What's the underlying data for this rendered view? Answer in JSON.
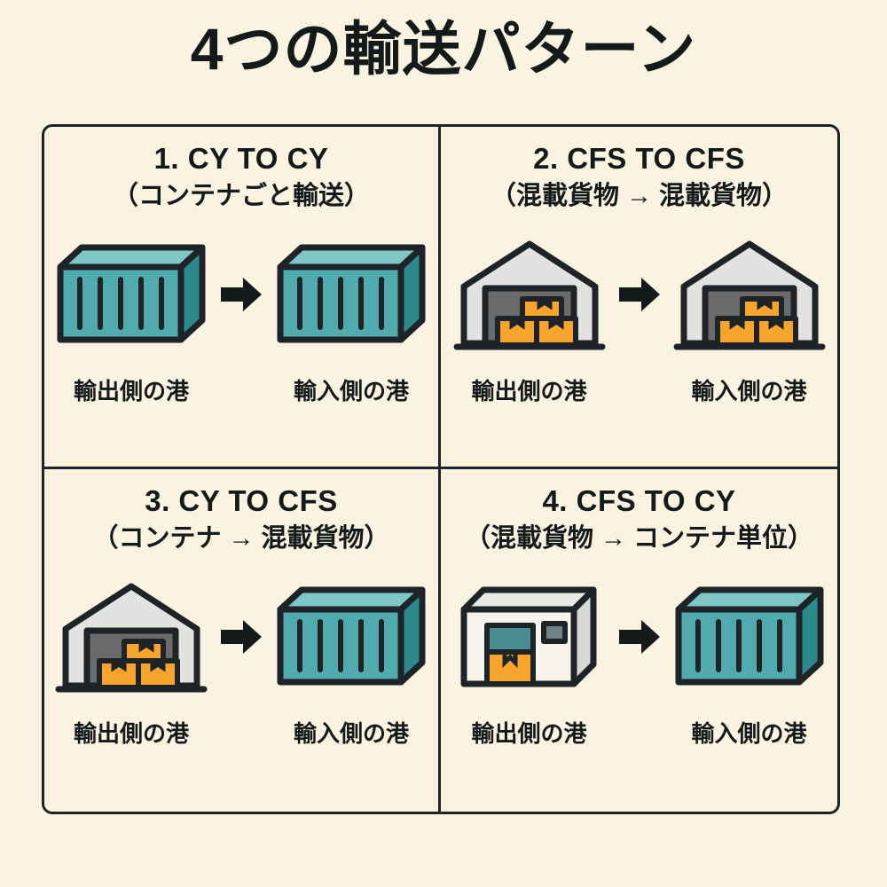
{
  "page": {
    "title": "4つの輸送パターン",
    "background_color": "#fbf3e2",
    "frame_color": "#1d2326"
  },
  "palette": {
    "container_front": "#4fabad",
    "container_side": "#2d8a8c",
    "container_top": "#7fc6c6",
    "warehouse_wall": "#e2e2e0",
    "warehouse_interior": "#6b6b6b",
    "box_orange": "#f6a42c",
    "outline": "#1d2326",
    "arrow": "#14191a"
  },
  "quadrants": [
    {
      "number": "1.",
      "heading": "1. CY TO CY",
      "subtitle": "（コンテナごと輸送）",
      "left_icon": "shipping-container",
      "right_icon": "shipping-container",
      "arrow_icon": "arrow-right",
      "left_caption": "輸出側の港",
      "right_caption": "輸入側の港"
    },
    {
      "number": "2.",
      "heading": "2. CFS TO CFS",
      "subtitle": "（混載貨物 → 混載貨物）",
      "left_icon": "warehouse-with-boxes",
      "right_icon": "warehouse-with-boxes",
      "arrow_icon": "arrow-right",
      "left_caption": "輸出側の港",
      "right_caption": "輸入側の港"
    },
    {
      "number": "3.",
      "heading": "3. CY TO CFS",
      "subtitle": "（コンテナ → 混載貨物）",
      "left_icon": "warehouse-with-boxes",
      "right_icon": "shipping-container",
      "arrow_icon": "arrow-right",
      "left_caption": "輸出側の港",
      "right_caption": "輸入側の港"
    },
    {
      "number": "4.",
      "heading": "4. CFS TO CY",
      "subtitle": "（混載貨物 → コンテナ単位）",
      "left_icon": "cfs-depot-box",
      "right_icon": "shipping-container",
      "arrow_icon": "arrow-right",
      "left_caption": "輸出側の港",
      "right_caption": "輸入側の港"
    }
  ]
}
